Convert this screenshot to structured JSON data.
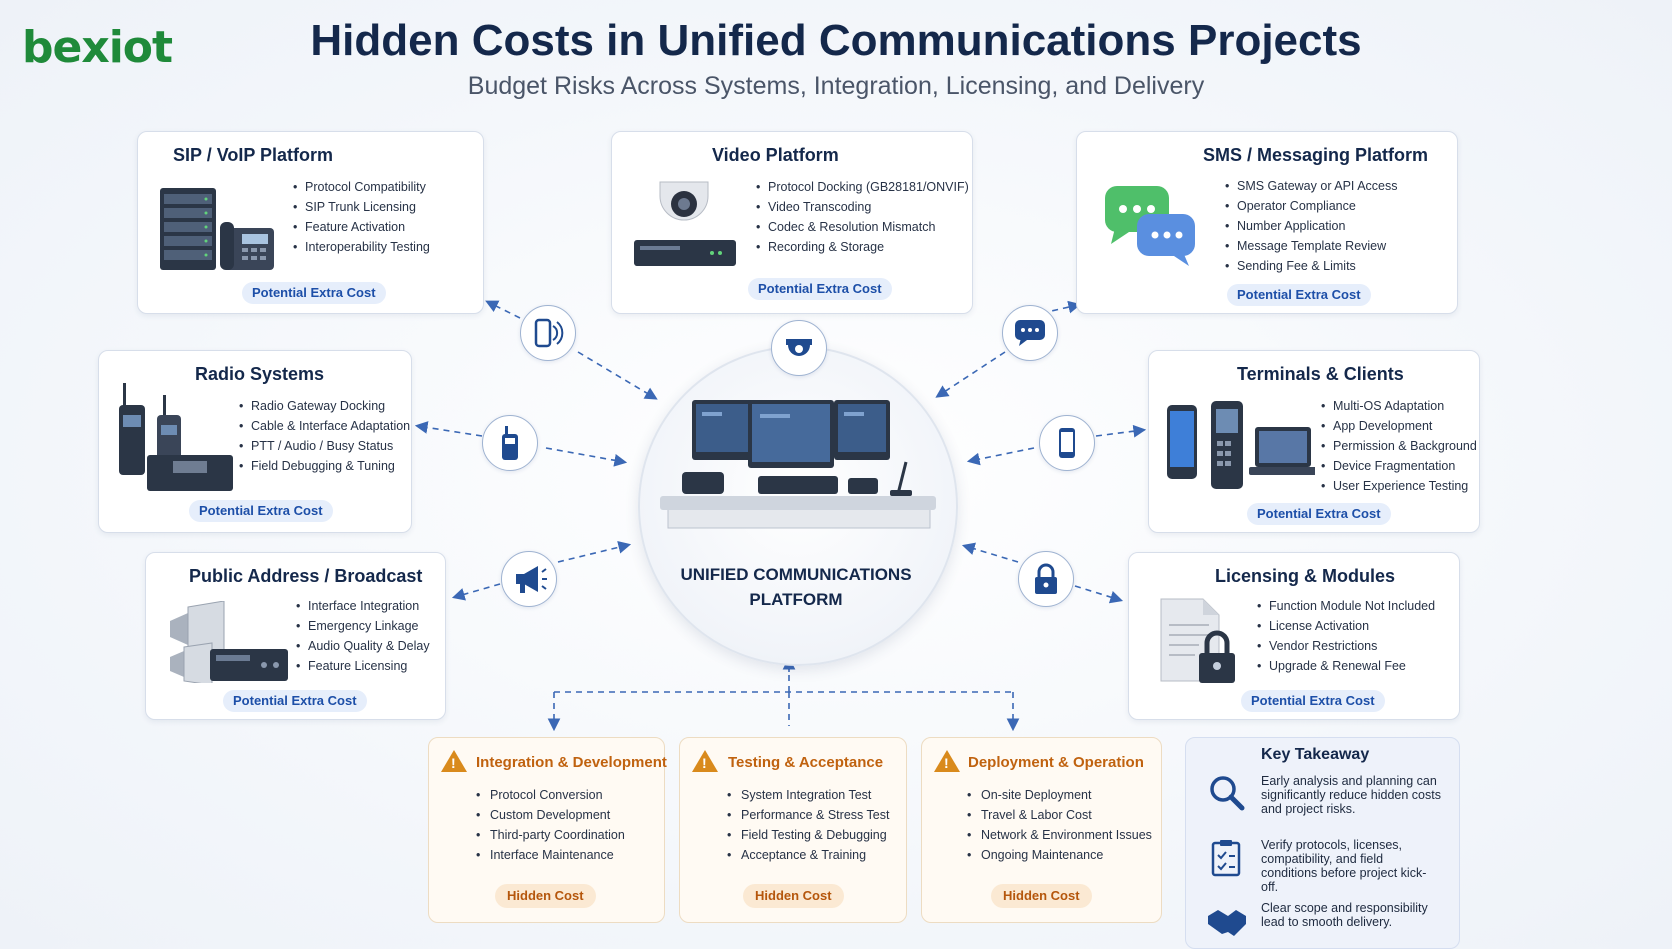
{
  "brand": {
    "logo": "bexiot"
  },
  "header": {
    "title": "Hidden Costs in Unified Communications Projects",
    "subtitle": "Budget Risks Across Systems, Integration, Licensing, and Delivery"
  },
  "hub": {
    "line1": "UNIFIED COMMUNICATIONS",
    "line2": "PLATFORM"
  },
  "cards": {
    "sip": {
      "title": "SIP / VoIP Platform",
      "items": [
        "Protocol Compatibility",
        "SIP Trunk Licensing",
        "Feature Activation",
        "Interoperability Testing"
      ],
      "tag": "Potential Extra Cost"
    },
    "video": {
      "title": "Video Platform",
      "items": [
        "Protocol Docking (GB28181/ONVIF)",
        "Video Transcoding",
        "Codec & Resolution Mismatch",
        "Recording & Storage"
      ],
      "tag": "Potential Extra Cost"
    },
    "sms": {
      "title": "SMS / Messaging Platform",
      "items": [
        "SMS Gateway or API Access",
        "Operator Compliance",
        "Number Application",
        "Message Template Review",
        "Sending Fee & Limits"
      ],
      "tag": "Potential Extra Cost"
    },
    "radio": {
      "title": "Radio Systems",
      "items": [
        "Radio Gateway Docking",
        "Cable & Interface Adaptation",
        "PTT / Audio / Busy Status",
        "Field Debugging & Tuning"
      ],
      "tag": "Potential Extra Cost"
    },
    "terminals": {
      "title": "Terminals & Clients",
      "items": [
        "Multi-OS Adaptation",
        "App Development",
        "Permission & Background",
        "Device Fragmentation",
        "User Experience Testing"
      ],
      "tag": "Potential Extra Cost"
    },
    "pa": {
      "title": "Public Address / Broadcast",
      "items": [
        "Interface Integration",
        "Emergency Linkage",
        "Audio Quality & Delay",
        "Feature Licensing"
      ],
      "tag": "Potential Extra Cost"
    },
    "licensing": {
      "title": "Licensing & Modules",
      "items": [
        "Function Module Not Included",
        "License Activation",
        "Vendor Restrictions",
        "Upgrade & Renewal Fee"
      ],
      "tag": "Potential Extra Cost"
    }
  },
  "bottom": {
    "integration": {
      "title": "Integration & Development",
      "items": [
        "Protocol Conversion",
        "Custom Development",
        "Third-party Coordination",
        "Interface Maintenance"
      ],
      "tag": "Hidden Cost"
    },
    "testing": {
      "title": "Testing & Acceptance",
      "items": [
        "System Integration Test",
        "Performance & Stress Test",
        "Field Testing & Debugging",
        "Acceptance & Training"
      ],
      "tag": "Hidden Cost"
    },
    "deployment": {
      "title": "Deployment & Operation",
      "items": [
        "On-site Deployment",
        "Travel & Labor Cost",
        "Network & Environment Issues",
        "Ongoing Maintenance"
      ],
      "tag": "Hidden Cost"
    }
  },
  "takeaway": {
    "title": "Key Takeaway",
    "points": [
      "Early analysis and planning can significantly reduce hidden costs and project risks.",
      "Verify protocols, licenses, compatibility, and field conditions before project kick-off.",
      "Clear scope and responsibility lead to smooth delivery."
    ]
  },
  "icons": [
    "voip-phone-icon",
    "camera-icon",
    "chat-icon",
    "radio-icon",
    "mobile-icon",
    "megaphone-icon",
    "lock-icon",
    "warning-icon",
    "search-icon",
    "clipboard-icon",
    "handshake-icon"
  ],
  "colors": {
    "accent": "#1d4fa8",
    "title": "#14284b",
    "warning": "#d98a1c",
    "hidden_cost": "#b5560c",
    "logo": "#1f8a3a"
  }
}
